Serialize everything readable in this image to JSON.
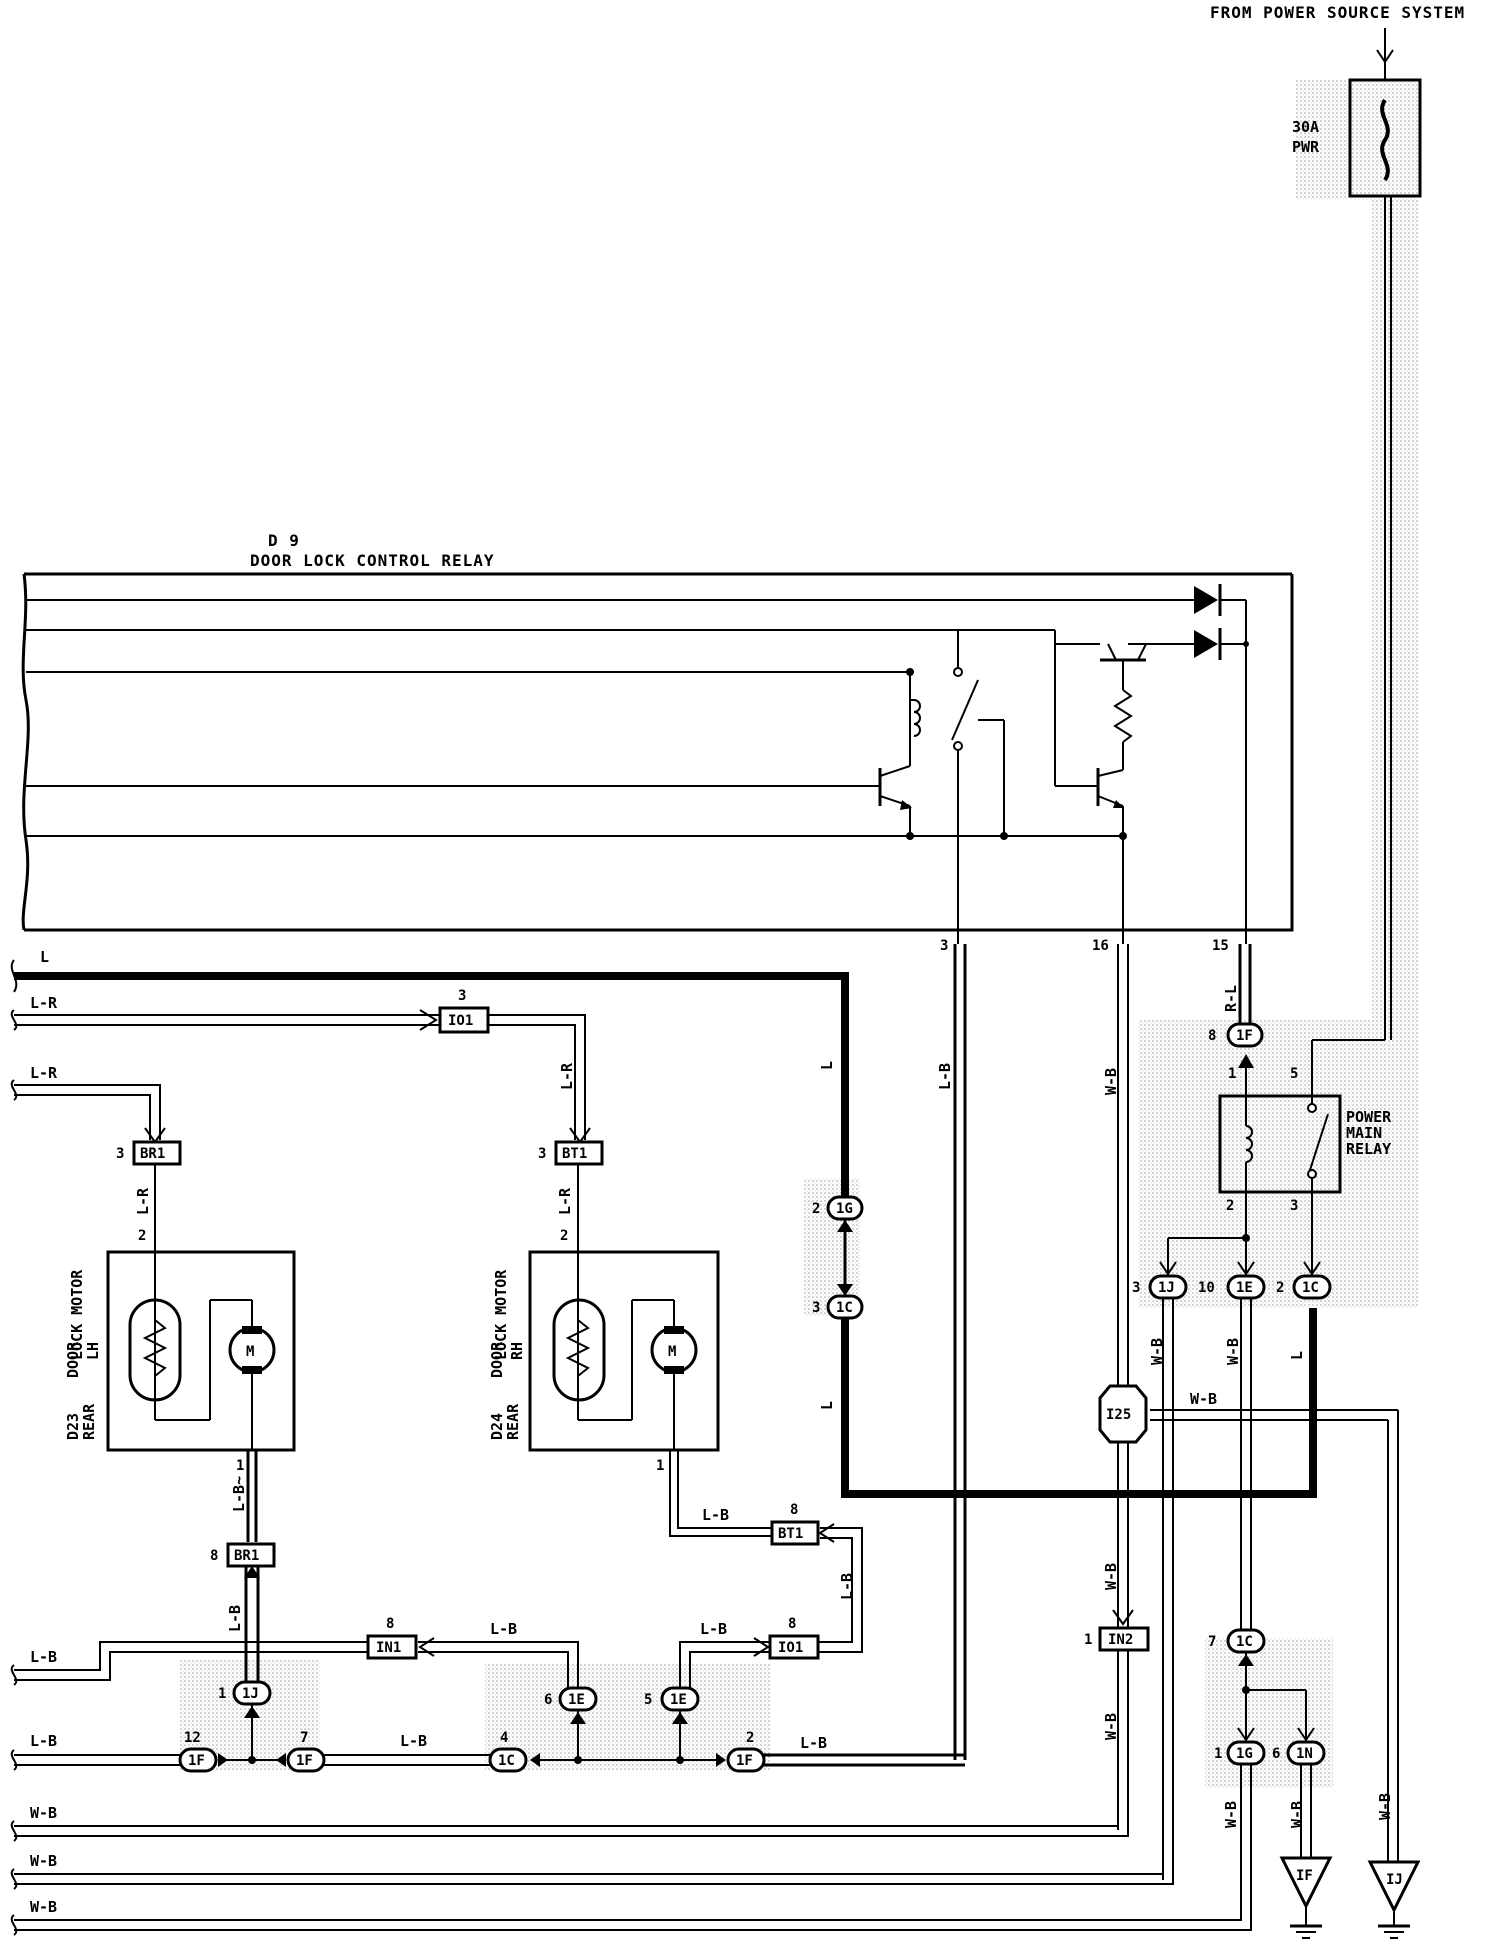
{
  "power_source_label": "FROM POWER SOURCE SYSTEM",
  "fuse": {
    "line1": "30A",
    "line2": "PWR"
  },
  "control_relay": {
    "id": "D 9",
    "name": "DOOR LOCK CONTROL RELAY"
  },
  "relay_pins": {
    "p3": "3",
    "p16": "16",
    "p15": "15"
  },
  "main_relay": {
    "line1": "POWER",
    "line2": "MAIN",
    "line3": "RELAY",
    "pin1": "1",
    "pin2": "2",
    "pin3": "3",
    "pin5": "5"
  },
  "lh_motor": {
    "id": "D23",
    "line1": "DOOR",
    "line2": "REAR",
    "line3": "LOCK MOTOR",
    "line4": "LH",
    "pin_top": "2",
    "pin_bottom": "1"
  },
  "rh_motor": {
    "id": "D24",
    "line1": "DOOR",
    "line2": "REAR",
    "line3": "LOCK MOTOR",
    "line4": "RH",
    "pin_top": "2",
    "pin_bottom": "1"
  },
  "wires": {
    "L": "L",
    "LR": "L-R",
    "LB": "L-B",
    "WB": "W-B",
    "RL": "R-L",
    "LBw": "L-B~"
  },
  "connectors": {
    "IO1a": "IO1",
    "IO1b": "IO1",
    "BR1a": "BR1",
    "BR1b": "BR1",
    "BT1a": "BT1",
    "BT1b": "BT1",
    "IN1": "IN1",
    "IN2": "IN2",
    "I25": "I25",
    "c1G": "1G",
    "c1C": "1C",
    "c1F": "1F",
    "c1J": "1J",
    "c1E": "1E",
    "c1N": "1N"
  },
  "pin_numbers": {
    "n3": "3",
    "n2": "2",
    "n8": "8",
    "n1": "1",
    "n4": "4",
    "n5": "5",
    "n6": "6",
    "n7": "7",
    "n10": "10",
    "n12": "12"
  },
  "grounds": {
    "g1": "IF",
    "g2": "IJ"
  }
}
